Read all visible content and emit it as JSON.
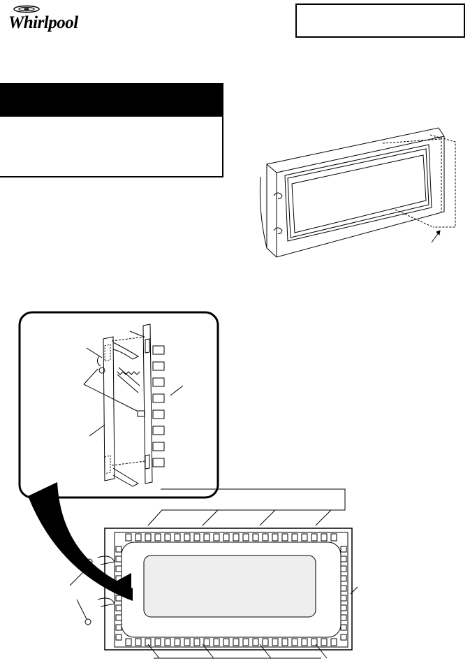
{
  "brand": {
    "logo_text": "Whirlpool",
    "logo_color": "#000000"
  },
  "reference_box": {
    "label": ""
  },
  "warning_box": {
    "header_color": "#000000"
  },
  "figures": [
    {
      "name": "door-assembly-perspective"
    },
    {
      "name": "latch-assembly-detail"
    },
    {
      "name": "door-frame-rear-view"
    }
  ]
}
